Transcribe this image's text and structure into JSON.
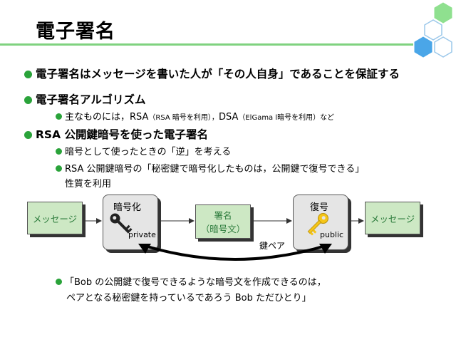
{
  "title": "電子署名",
  "bullets": {
    "b1": "電子署名はメッセージを書いた人が「その人自身」であることを保証する",
    "b2": "電子署名アルゴリズム",
    "b2_sub1_main1": "主なものには，RSA",
    "b2_sub1_small1": "（RSA 暗号を利用），",
    "b2_sub1_main2": "DSA",
    "b2_sub1_small2": "（ElGama l暗号を利用）など",
    "b3": "RSA 公開鍵暗号を使った電子署名",
    "b3_sub1": "暗号として使ったときの「逆」を考える",
    "b3_sub2_line1": "RSA 公開鍵暗号の「秘密鍵で暗号化したものは，公開鍵で復号できる」",
    "b3_sub2_line2": "性質を利用",
    "bottom_line1": "「Bob の公開鍵で復号できるような暗号文を作成できるのは，",
    "bottom_line2": "ペアとなる秘密鍵を持っているであろう Bob ただひとり」"
  },
  "diagram": {
    "msg_left": "メッセージ",
    "encrypt_label": "暗号化",
    "private_label": "private",
    "signature_line1": "署名",
    "signature_line2": "（暗号文）",
    "decrypt_label": "復号",
    "public_label": "public",
    "msg_right": "メッセージ",
    "keypair_label": "鍵ペア"
  },
  "colors": {
    "accent_green": "#2aa33a",
    "box_green": "#cde8c4",
    "hex_blue": "#4aa6e8",
    "hex_green": "#8fe08f",
    "key_gold": "#f5c518"
  }
}
